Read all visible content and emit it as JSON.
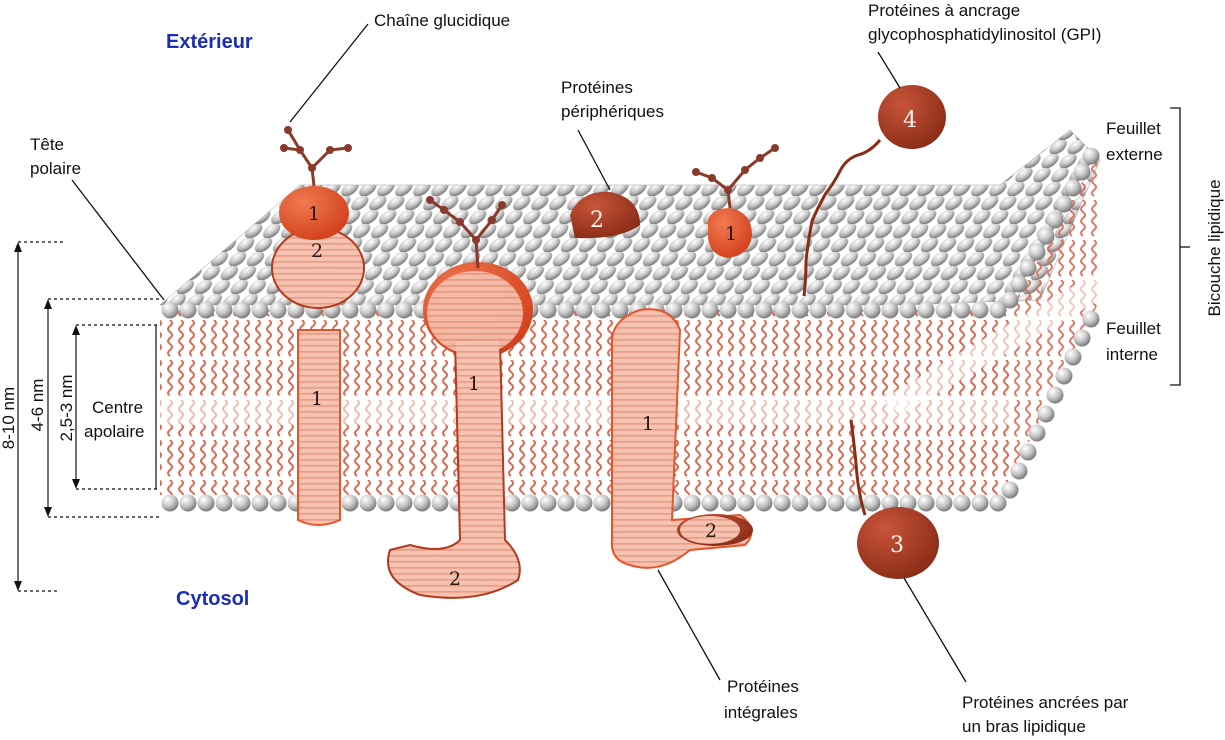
{
  "regions": {
    "exterior": "Extérieur",
    "cytosol": "Cytosol"
  },
  "labels": {
    "carbohydrate_chain": "Chaîne glucidique",
    "gpi_line1": "Protéines à ancrage",
    "gpi_line2": "glycophosphatidylinositol (GPI)",
    "peripheral_line1": "Protéines",
    "peripheral_line2": "périphériques",
    "polar_head_line1": "Tête",
    "polar_head_line2": "polaire",
    "apolar_center_line1": "Centre",
    "apolar_center_line2": "apolaire",
    "integral_line1": "Protéines",
    "integral_line2": "intégrales",
    "lipid_anchor_line1": "Protéines ancrées par",
    "lipid_anchor_line2": "un bras lipidique",
    "outer_leaflet_line1": "Feuillet",
    "outer_leaflet_line2": "externe",
    "inner_leaflet_line1": "Feuillet",
    "inner_leaflet_line2": "interne",
    "bilayer": "Bicouche lipidique"
  },
  "dimensions": {
    "total": "8-10 nm",
    "bilayer": "4-6 nm",
    "core": "2,5-3 nm"
  },
  "protein_numbers": {
    "one": "1",
    "two": "2",
    "three": "3",
    "four": "4"
  },
  "colors": {
    "protein_main": "#e8542a",
    "protein_dark": "#b33a1c",
    "protein_light": "#f4b9a4",
    "tail": "#d96a55",
    "head": "#c9c9c9",
    "region_text": "#1a2fb3"
  }
}
